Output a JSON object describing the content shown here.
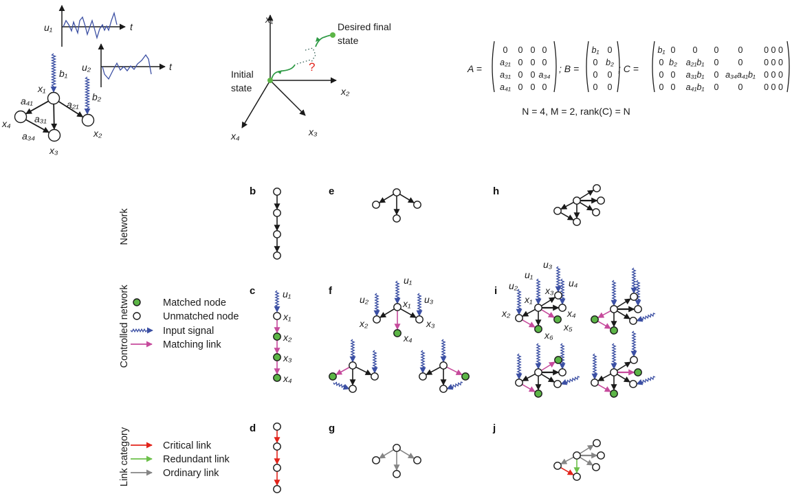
{
  "panel_a": {
    "u1": "u₁",
    "u2": "u₂",
    "t": "t",
    "b1": "b₁",
    "b2": "b₂",
    "x1": "x₁",
    "x2": "x₂",
    "x3": "x₃",
    "x4": "x₄",
    "a41": "a₄₁",
    "a31": "a₃₁",
    "a21": "a₂₁",
    "a34": "a₃₄"
  },
  "state_space": {
    "x1": "x₁",
    "x2": "x₂",
    "x3": "x₃",
    "x4": "x₄",
    "initial_1": "Initial",
    "initial_2": "state",
    "desired_1": "Desired final",
    "desired_2": "state",
    "question": "?"
  },
  "matrices": {
    "A_label": "A =",
    "A": [
      [
        "0",
        "0",
        "0",
        "0"
      ],
      [
        "a₂₁",
        "0",
        "0",
        "0"
      ],
      [
        "a₃₁",
        "0",
        "0",
        "a₃₄"
      ],
      [
        "a₄₁",
        "0",
        "0",
        "0"
      ]
    ],
    "B_label": "; B =",
    "B": [
      [
        "b₁",
        "0"
      ],
      [
        "0",
        "b₂"
      ],
      [
        "0",
        "0"
      ],
      [
        "0",
        "0"
      ]
    ],
    "C_label": "; C =",
    "C": [
      [
        "b₁",
        "0",
        "0",
        "0",
        "0",
        "0 0 0"
      ],
      [
        "0",
        "b₂",
        "a₂₁b₁",
        "0",
        "0",
        "0 0 0"
      ],
      [
        "0",
        "0",
        "a₃₁b₁",
        "0",
        "a₃₄a₄₁b₁",
        "0 0 0"
      ],
      [
        "0",
        "0",
        "a₄₁b₁",
        "0",
        "0",
        "0 0 0"
      ]
    ],
    "condition": "N = 4, M = 2, rank(C) = N"
  },
  "row_labels": {
    "network": "Network",
    "controlled": "Controlled network",
    "link_category": "Link category"
  },
  "panel_letters": {
    "b": "b",
    "c": "c",
    "d": "d",
    "e": "e",
    "f": "f",
    "g": "g",
    "h": "h",
    "i": "i",
    "j": "j"
  },
  "legend_controlled": {
    "matched": "Matched node",
    "unmatched": "Unmatched node",
    "input": "Input signal",
    "matching": "Matching link"
  },
  "legend_links": {
    "critical": "Critical link",
    "redundant": "Redundant link",
    "ordinary": "Ordinary link"
  },
  "panel_c": {
    "u1": "u₁",
    "x1": "x₁",
    "x2": "x₂",
    "x3": "x₃",
    "x4": "x₄"
  },
  "panel_f": {
    "u1": "u₁",
    "u2": "u₂",
    "u3": "u₃",
    "x1": "x₁",
    "x2": "x₂",
    "x3": "x₃",
    "x4": "x₄"
  },
  "panel_i": {
    "u1": "u₁",
    "u2": "u₂",
    "u3": "u₃",
    "u4": "u₄",
    "x1": "x₁",
    "x2": "x₂",
    "x3": "x₃",
    "x4": "x₄",
    "x5": "x₅",
    "x6": "x₆"
  },
  "colors": {
    "link": "#1a1a1a",
    "input": "#3b4fa3",
    "matching": "#c64a9c",
    "matched_node": "#5cb546",
    "critical": "#e2231a",
    "redundant": "#6cc04a",
    "ordinary": "#858585",
    "question": "#e2231a",
    "trajectory": "#2e9a45"
  }
}
